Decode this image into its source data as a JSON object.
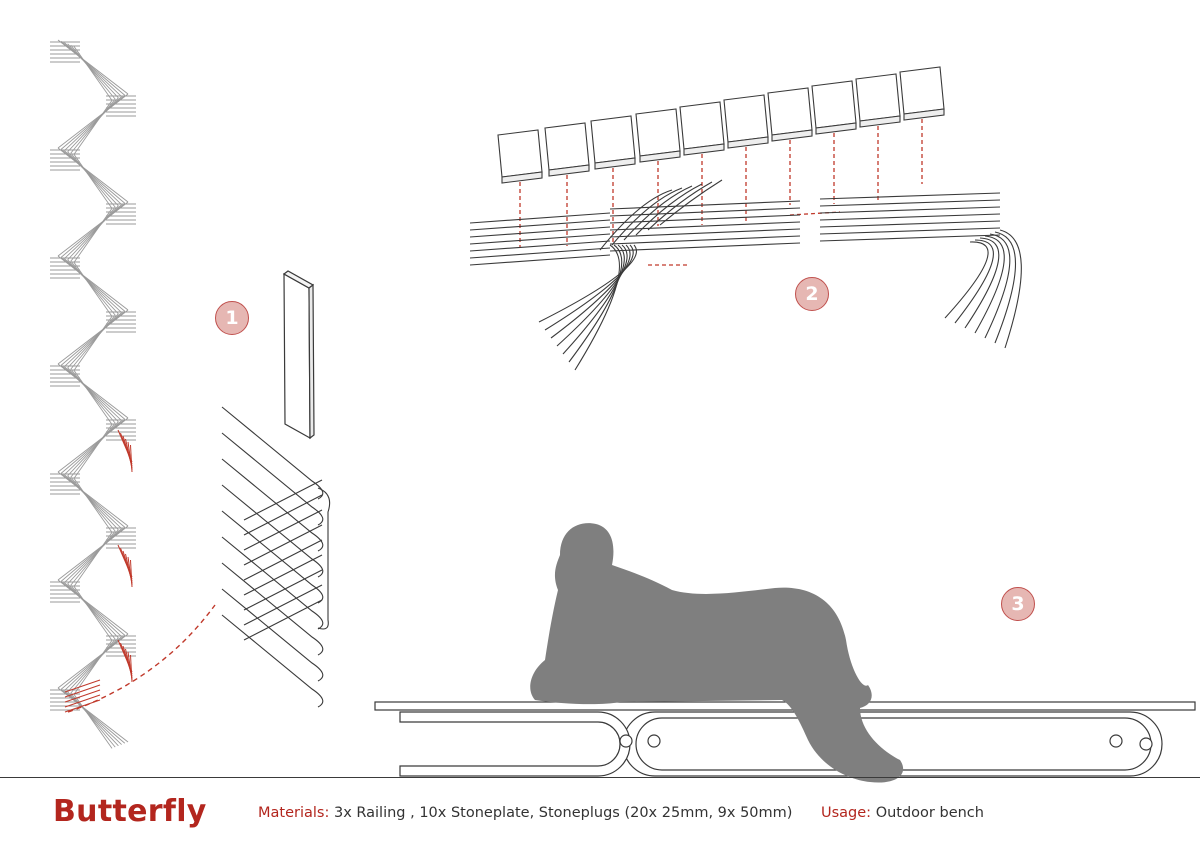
{
  "figure": {
    "title": "Butterfly",
    "steps": [
      {
        "label": "1"
      },
      {
        "label": "2"
      },
      {
        "label": "3"
      }
    ],
    "materials": {
      "label": "Materials:",
      "value": "3x Railing , 10x Stoneplate, Stoneplugs (20x 25mm, 9x 50mm)"
    },
    "usage": {
      "label": "Usage:",
      "value": "Outdoor bench"
    }
  },
  "colors": {
    "accent": "#b3261e",
    "line": "#3a3a3a",
    "silhouette": "#7f7f7f",
    "badge_fill": "#e6b7b3"
  }
}
